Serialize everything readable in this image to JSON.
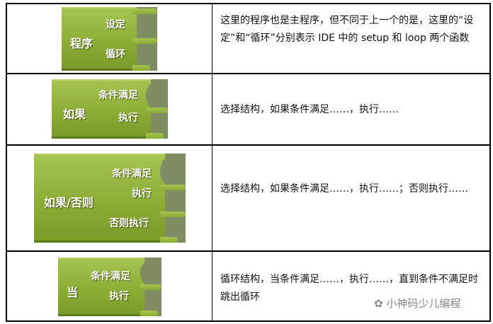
{
  "rows": [
    {
      "block": {
        "title": "程序",
        "inputs": [
          "设定",
          "循环"
        ]
      },
      "desc": "这里的程序也是主程序，但不同于上一个的是，这里的“设定”和“循环”分别表示 IDE 中的 setup 和 loop 两个函数"
    },
    {
      "block": {
        "title": "如果",
        "inputs": [
          "条件满足",
          "执行"
        ]
      },
      "desc": "选择结构，如果条件满足……，执行……"
    },
    {
      "block": {
        "title": "如果/否则",
        "inputs": [
          "条件满足",
          "执行",
          "否则执行"
        ]
      },
      "desc": "选择结构，如果条件满足……，执行……；否则执行……"
    },
    {
      "block": {
        "title": "当",
        "inputs": [
          "条件满足",
          "执行"
        ]
      },
      "desc": "循环结构，当条件满足……，执行……，直到条件不满足时跳出循环"
    }
  ],
  "watermark": "小神码少儿编程"
}
